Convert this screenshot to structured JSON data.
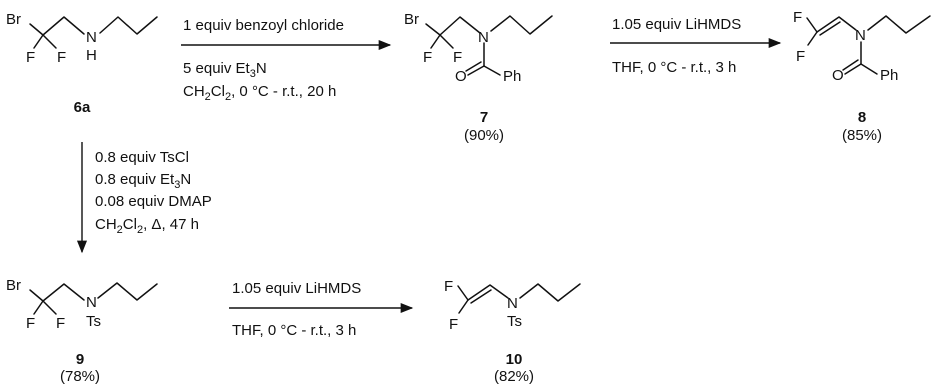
{
  "compounds": {
    "c6a": {
      "id": "6a",
      "atoms": {
        "br": "Br",
        "f1": "F",
        "f2": "F",
        "n": "N",
        "h": "H"
      }
    },
    "c7": {
      "id": "7",
      "yield": "(90%)",
      "atoms": {
        "br": "Br",
        "f1": "F",
        "f2": "F",
        "n": "N",
        "o": "O",
        "ph": "Ph"
      }
    },
    "c8": {
      "id": "8",
      "yield": "(85%)",
      "atoms": {
        "f1": "F",
        "f2": "F",
        "n": "N",
        "o": "O",
        "ph": "Ph"
      }
    },
    "c9": {
      "id": "9",
      "yield": "(78%)",
      "atoms": {
        "br": "Br",
        "f1": "F",
        "f2": "F",
        "n": "N",
        "ts": "Ts"
      }
    },
    "c10": {
      "id": "10",
      "yield": "(82%)",
      "atoms": {
        "f1": "F",
        "f2": "F",
        "n": "N",
        "ts": "Ts"
      }
    }
  },
  "steps": {
    "s1": {
      "above": "1 equiv benzoyl chloride",
      "below1": "5 equiv Et",
      "below1_sub": "3",
      "below1_tail": "N",
      "below2_a": "CH",
      "below2_sub1": "2",
      "below2_b": "Cl",
      "below2_sub2": "2",
      "below2_c": ", 0 °C - r.t., 20 h"
    },
    "s2": {
      "above": "1.05 equiv LiHMDS",
      "below": "THF, 0 °C - r.t., 3 h"
    },
    "s3": {
      "l1": "0.8 equiv TsCl",
      "l2_a": "0.8 equiv Et",
      "l2_sub": "3",
      "l2_b": "N",
      "l3": "0.08 equiv DMAP",
      "l4_a": "CH",
      "l4_sub1": "2",
      "l4_b": "Cl",
      "l4_sub2": "2",
      "l4_c": ", Δ, 47 h"
    },
    "s4": {
      "above": "1.05 equiv LiHMDS",
      "below": "THF, 0 °C - r.t., 3 h"
    }
  }
}
